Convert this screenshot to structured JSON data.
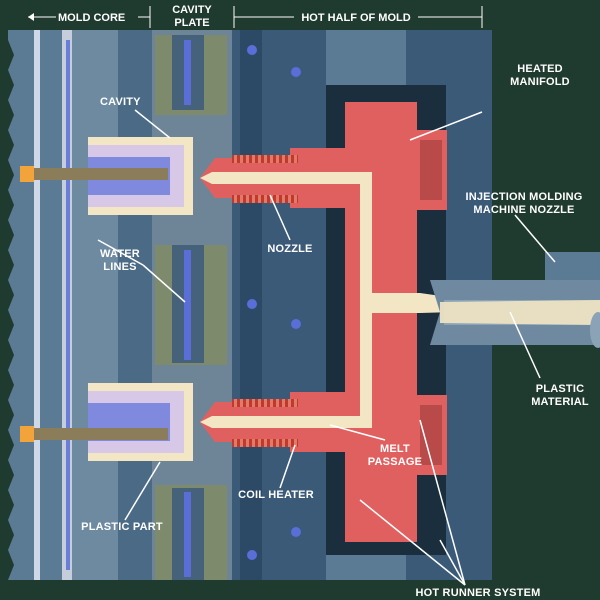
{
  "header": {
    "mold_core": "MOLD CORE",
    "cavity_plate_line1": "CAVITY",
    "cavity_plate_line2": "PLATE",
    "hot_half": "HOT HALF OF MOLD"
  },
  "labels": {
    "cavity": "CAVITY",
    "heated_manifold_line1": "HEATED",
    "heated_manifold_line2": "MANIFOLD",
    "injection_line1": "INJECTION MOLDING",
    "injection_line2": "MACHINE NOZZLE",
    "water_lines_line1": "WATER",
    "water_lines_line2": "LINES",
    "nozzle": "NOZZLE",
    "plastic_material_line1": "PLASTIC",
    "plastic_material_line2": "MATERIAL",
    "melt_passage_line1": "MELT",
    "melt_passage_line2": "PASSAGE",
    "coil_heater": "COIL HEATER",
    "plastic_part": "PLASTIC PART",
    "hot_runner_system": "HOT RUNNER SYSTEM"
  },
  "colors": {
    "background": "#1f3a2e",
    "manifold": "#e06060",
    "plastic": "#f2e6c4",
    "steel_dark": "#3a5a78",
    "steel_mid": "#5b7a94",
    "water": "#5a6ed8",
    "cavity_part": "#d8c8e8",
    "plate_olive": "#7d8a6c"
  }
}
